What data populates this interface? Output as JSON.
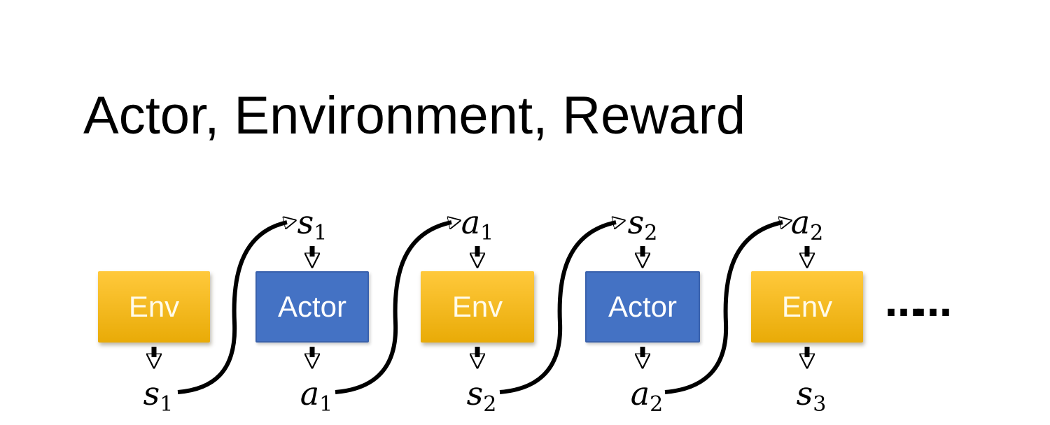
{
  "title": "Actor, Environment, Reward",
  "colors": {
    "page_bg": "#ffffff",
    "title_color": "#000000",
    "env_top": "#FFC93C",
    "env_bottom": "#E9AB07",
    "actor_fill": "#4472C4",
    "actor_border": "#3961AC",
    "arrow_color": "#000000"
  },
  "diagram": {
    "boxes": [
      {
        "label": "Env",
        "type": "env"
      },
      {
        "label": "Actor",
        "type": "actor"
      },
      {
        "label": "Env",
        "type": "env"
      },
      {
        "label": "Actor",
        "type": "actor"
      },
      {
        "label": "Env",
        "type": "env"
      }
    ],
    "top_labels": [
      {
        "base": "s",
        "sub": "1"
      },
      {
        "base": "a",
        "sub": "1"
      },
      {
        "base": "s",
        "sub": "2"
      },
      {
        "base": "a",
        "sub": "2"
      }
    ],
    "bottom_labels": [
      {
        "base": "s",
        "sub": "1"
      },
      {
        "base": "a",
        "sub": "1"
      },
      {
        "base": "s",
        "sub": "2"
      },
      {
        "base": "a",
        "sub": "2"
      },
      {
        "base": "s",
        "sub": "3"
      }
    ],
    "ellipsis": "……"
  }
}
